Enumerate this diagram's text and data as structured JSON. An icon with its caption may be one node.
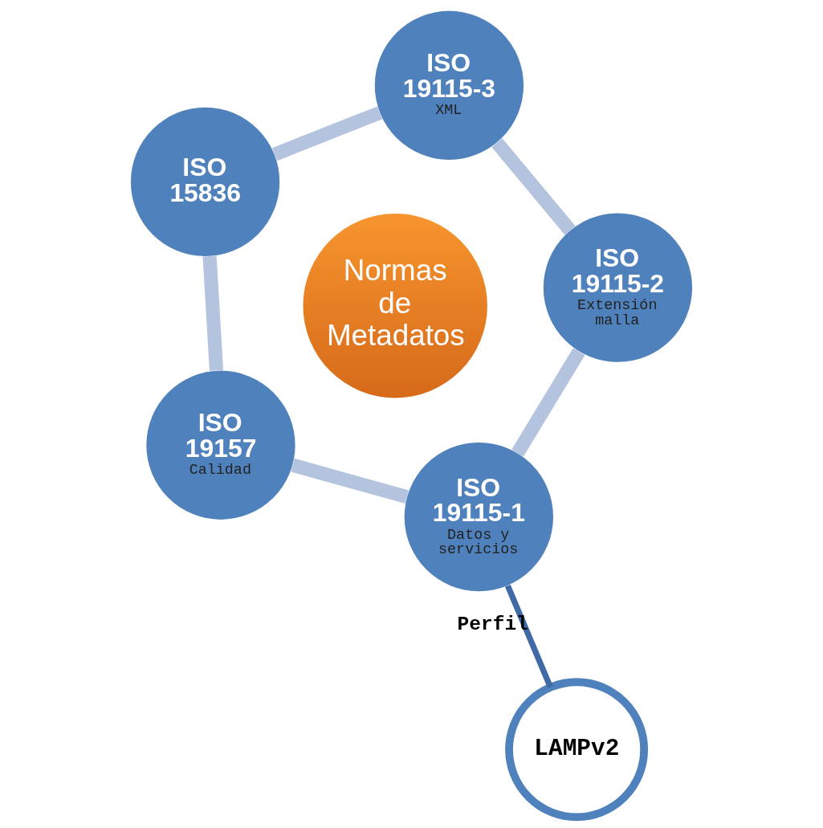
{
  "diagram": {
    "nodes": [
      {
        "text": [
          "Normas de Metadatos"
        ]
      },
      {
        "text": [
          "ISO 19115-1",
          "Datos y servicios"
        ]
      },
      {
        "text": [
          "LAMPv2"
        ]
      },
      {
        "text": [
          "ISO 19115-2",
          "Extensión malla"
        ]
      },
      {
        "text": [
          "ISO 19115-3",
          "XML"
        ]
      },
      {
        "text": [
          "ISO 15836"
        ]
      },
      {
        "text": [
          "ISO 19157",
          "Calidad"
        ]
      }
    ],
    "edges": [
      {
        "from": 1,
        "to": 2,
        "arrow": "none",
        "label": "Perfil",
        "color": "#3f6aa5"
      },
      {
        "from": 1,
        "to": 3,
        "arrow": "none"
      },
      {
        "from": 3,
        "to": 4,
        "arrow": "none"
      },
      {
        "from": 4,
        "to": 5,
        "arrow": "none"
      },
      {
        "from": 5,
        "to": 6,
        "arrow": "none"
      },
      {
        "from": 6,
        "to": 1,
        "arrow": "none"
      }
    ]
  }
}
